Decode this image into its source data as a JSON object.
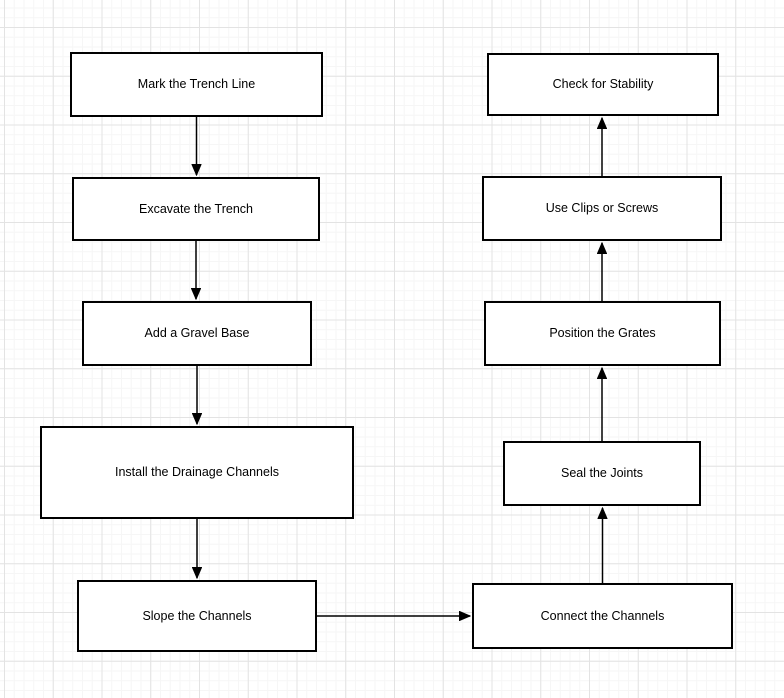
{
  "diagram": {
    "type": "flowchart",
    "nodes": [
      {
        "id": "mark-the-trench-line",
        "label": "Mark the Trench Line"
      },
      {
        "id": "excavate-the-trench",
        "label": "Excavate the Trench"
      },
      {
        "id": "add-a-gravel-base",
        "label": "Add a Gravel Base"
      },
      {
        "id": "install-the-drainage-channels",
        "label": "Install the Drainage Channels"
      },
      {
        "id": "slope-the-channels",
        "label": "Slope the Channels"
      },
      {
        "id": "connect-the-channels",
        "label": "Connect the Channels"
      },
      {
        "id": "seal-the-joints",
        "label": "Seal the Joints"
      },
      {
        "id": "position-the-grates",
        "label": "Position the Grates"
      },
      {
        "id": "use-clips-or-screws",
        "label": "Use Clips or Screws"
      },
      {
        "id": "check-for-stability",
        "label": "Check for Stability"
      }
    ],
    "edges": [
      {
        "from": "Mark the Trench Line",
        "to": "Excavate the Trench",
        "direction": "down"
      },
      {
        "from": "Excavate the Trench",
        "to": "Add a Gravel Base",
        "direction": "down"
      },
      {
        "from": "Add a Gravel Base",
        "to": "Install the Drainage Channels",
        "direction": "down"
      },
      {
        "from": "Install the Drainage Channels",
        "to": "Slope the Channels",
        "direction": "down"
      },
      {
        "from": "Slope the Channels",
        "to": "Connect the Channels",
        "direction": "right"
      },
      {
        "from": "Connect the Channels",
        "to": "Seal the Joints",
        "direction": "up"
      },
      {
        "from": "Seal the Joints",
        "to": "Position the Grates",
        "direction": "up"
      },
      {
        "from": "Position the Grates",
        "to": "Use Clips or Screws",
        "direction": "up"
      },
      {
        "from": "Use Clips or Screws",
        "to": "Check for Stability",
        "direction": "up"
      }
    ],
    "colors": {
      "background": "#ffffff",
      "grid_minor": "#f6f6f6",
      "grid_major": "#e3e3e3",
      "node_fill": "#ffffff",
      "node_border": "#000000",
      "node_text": "#000000",
      "arrow": "#000000"
    }
  }
}
